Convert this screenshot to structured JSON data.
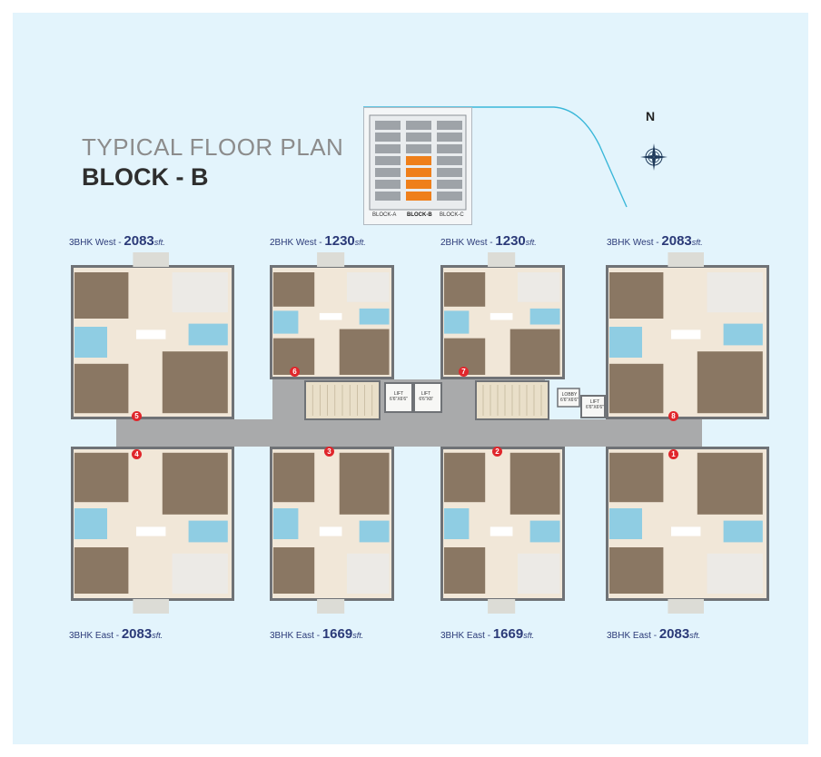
{
  "title": {
    "line1": "TYPICAL FLOOR PLAN",
    "line2": "BLOCK - B"
  },
  "compass": {
    "label": "N"
  },
  "keyplan": {
    "labels": [
      "BLOCK-A",
      "BLOCK-B",
      "BLOCK-C"
    ],
    "selected": "BLOCK-B"
  },
  "colors": {
    "background": "#e3f4fc",
    "wall": "#6f7276",
    "bedroom": "#8a7763",
    "living": "#f1e7d8",
    "toilet": "#8fcde3",
    "kitchen": "#eceae6",
    "corridor": "#a9aaab",
    "staircase": "#e9dfc9",
    "accent": "#2b3a78",
    "unit_marker": "#e0262b"
  },
  "units": [
    {
      "num": "5",
      "type": "3BHK West -",
      "area": "2083",
      "unit": "sft."
    },
    {
      "num": "6",
      "type": "2BHK West -",
      "area": "1230",
      "unit": "sft."
    },
    {
      "num": "7",
      "type": "2BHK West -",
      "area": "1230",
      "unit": "sft."
    },
    {
      "num": "8",
      "type": "3BHK West -",
      "area": "2083",
      "unit": "sft."
    },
    {
      "num": "4",
      "type": "3BHK East -",
      "area": "2083",
      "unit": "sft."
    },
    {
      "num": "3",
      "type": "3BHK East -",
      "area": "1669",
      "unit": "sft."
    },
    {
      "num": "2",
      "type": "3BHK East -",
      "area": "1669",
      "unit": "sft."
    },
    {
      "num": "1",
      "type": "3BHK East -",
      "area": "2083",
      "unit": "sft."
    }
  ],
  "core": {
    "lifts": [
      "LIFT 6'6\"X6'6\"",
      "LIFT 6'6\"X8'",
      "LIFT 6'6\"X6'6\""
    ],
    "lobby": "LOBBY 6'6\"X6'6\""
  }
}
